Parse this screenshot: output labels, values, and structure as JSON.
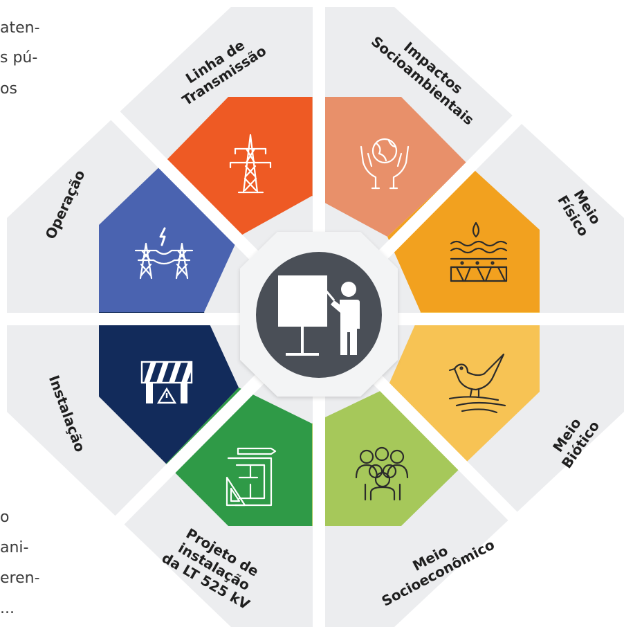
{
  "left_text_fragments": [
    "aten-",
    "s pú-",
    "os",
    "o",
    "ani-",
    "eren-",
    "..."
  ],
  "center": {
    "icon": "presentation-icon"
  },
  "segments": [
    {
      "id": "linha",
      "label_lines": [
        "Linha de",
        "Transmissão"
      ],
      "icon": "transmission-tower-icon",
      "color": "#EE5A24"
    },
    {
      "id": "impactos",
      "label_lines": [
        "Impactos",
        "Socioambientais"
      ],
      "icon": "hands-globe-icon",
      "color": "#E8906A"
    },
    {
      "id": "fisico",
      "label_lines": [
        "Meio",
        "Físico"
      ],
      "icon": "soil-layers-icon",
      "color": "#F2A11F"
    },
    {
      "id": "biotico",
      "label_lines": [
        "Meio",
        "Biótico"
      ],
      "icon": "bird-icon",
      "color": "#F7C354"
    },
    {
      "id": "socio",
      "label_lines": [
        "Meio",
        "Socioeconômico"
      ],
      "icon": "people-group-icon",
      "color": "#A6C85A"
    },
    {
      "id": "projeto",
      "label_lines": [
        "Projeto de",
        "instalação",
        "da LT 525 kV"
      ],
      "icon": "blueprint-icon",
      "color": "#2F9A47"
    },
    {
      "id": "instalacao",
      "label_lines": [
        "Instalação"
      ],
      "icon": "road-barrier-icon",
      "color": "#122B5B"
    },
    {
      "id": "operacao",
      "label_lines": [
        "Operação"
      ],
      "icon": "power-lines-icon",
      "color": "#4A63B0"
    }
  ],
  "colors": {
    "outer": "#EDEEF0",
    "center_circle": "#4A4F57",
    "hub": "#F3F4F5"
  }
}
